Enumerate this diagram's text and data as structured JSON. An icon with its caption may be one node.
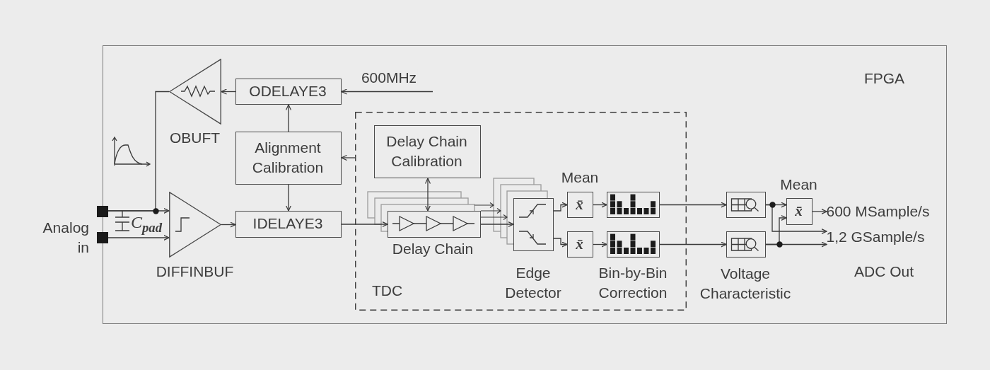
{
  "diagram": {
    "nodes": [
      {
        "text": [
          "FPGA"
        ]
      },
      {
        "text": [],
        "shape": "box"
      },
      {
        "text": [],
        "shape": "box"
      },
      {
        "text": [
          "OBUFT"
        ],
        "in": 0
      },
      {
        "text": [
          "DIFFINBUF"
        ],
        "in": 0
      },
      {
        "text": [
          "ODELAYE3"
        ],
        "in": 0
      },
      {
        "text": [
          "Alignment Calibration"
        ],
        "in": 0
      },
      {
        "text": [
          "IDELAYE3"
        ],
        "in": 0
      },
      {
        "text": [
          "TDC"
        ],
        "in": 0
      },
      {
        "text": [
          "Delay Chain Calibration"
        ],
        "in": 8
      },
      {
        "text": [
          "Delay Chain"
        ],
        "in": 8
      },
      {
        "text": [
          "Edge Detector"
        ],
        "in": 8
      },
      {
        "text": [
          "Mean",
          "x̄"
        ],
        "in": 8
      },
      {
        "text": [
          "x̄"
        ],
        "in": 8
      },
      {
        "text": [],
        "shape": "box",
        "in": 8
      },
      {
        "text": [],
        "shape": "box",
        "in": 8,
        "beside": [
          "Bin-by-Bin Correction"
        ]
      },
      {
        "text": [],
        "shape": "box",
        "in": 0
      },
      {
        "text": [],
        "shape": "box",
        "in": 0,
        "beside": [
          "Voltage Characteristic"
        ]
      },
      {
        "text": [
          "Mean",
          "x̄"
        ],
        "in": 0
      },
      {
        "text": [
          "600 MSample/s"
        ],
        "in": 0
      },
      {
        "text": [
          "1,2 GSample/s"
        ],
        "in": 0
      }
    ],
    "edges": [
      {
        "from": null,
        "to": 5,
        "arrow": "to",
        "label": "600MHz"
      },
      {
        "from": 5,
        "to": 3,
        "arrow": "to"
      },
      {
        "from": 6,
        "to": 5,
        "arrow": "to"
      },
      {
        "from": 8,
        "to": 6,
        "arrow": "to"
      },
      {
        "from": 6,
        "to": 7,
        "arrow": "to"
      },
      {
        "from": 3,
        "to": 1,
        "arrow": "none"
      },
      {
        "from": 1,
        "to": 4,
        "arrow": "to"
      },
      {
        "from": 2,
        "to": 4,
        "arrow": "to"
      },
      {
        "from": 4,
        "to": 7,
        "arrow": "to"
      },
      {
        "from": 7,
        "to": 10,
        "arrow": "to"
      },
      {
        "from": 9,
        "to": 10,
        "arrow": "both"
      },
      {
        "from": 10,
        "to": 11,
        "arrow": "to"
      },
      {
        "from": 11,
        "to": 12,
        "arrow": "to"
      },
      {
        "from": 11,
        "to": 13,
        "arrow": "to"
      },
      {
        "from": 12,
        "to": 14,
        "arrow": "to"
      },
      {
        "from": 13,
        "to": 15,
        "arrow": "to"
      },
      {
        "from": 14,
        "to": 16,
        "arrow": "to"
      },
      {
        "from": 15,
        "to": 17,
        "arrow": "to"
      },
      {
        "from": 16,
        "to": 18,
        "arrow": "to"
      },
      {
        "from": 16,
        "to": 20,
        "arrow": "to"
      },
      {
        "from": 17,
        "to": 20,
        "arrow": "to"
      },
      {
        "from": 17,
        "to": 18,
        "arrow": "to"
      },
      {
        "from": 18,
        "to": 19,
        "arrow": "to"
      }
    ],
    "labels": [
      "Analog in",
      "C$_{pad}$",
      "ADC Out"
    ]
  }
}
